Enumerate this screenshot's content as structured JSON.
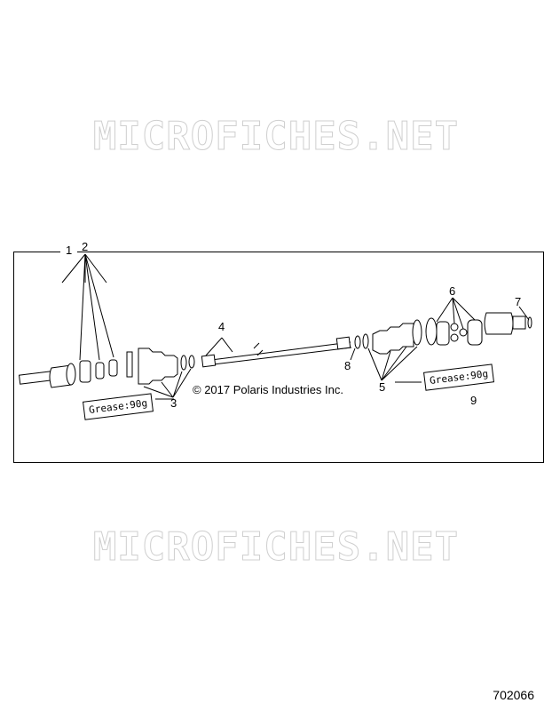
{
  "watermark": {
    "top": "MICROFICHES.NET",
    "bottom": "MICROFICHES.NET"
  },
  "frame_label": "1",
  "callouts": {
    "c2": "2",
    "c3": "3",
    "c4": "4",
    "c5": "5",
    "c6": "6",
    "c7": "7",
    "c8": "8",
    "c9": "9"
  },
  "grease_left": "Grease:90g",
  "grease_right": "Grease:90g",
  "copyright": "© 2017 Polaris Industries Inc.",
  "doc_number": "702066"
}
